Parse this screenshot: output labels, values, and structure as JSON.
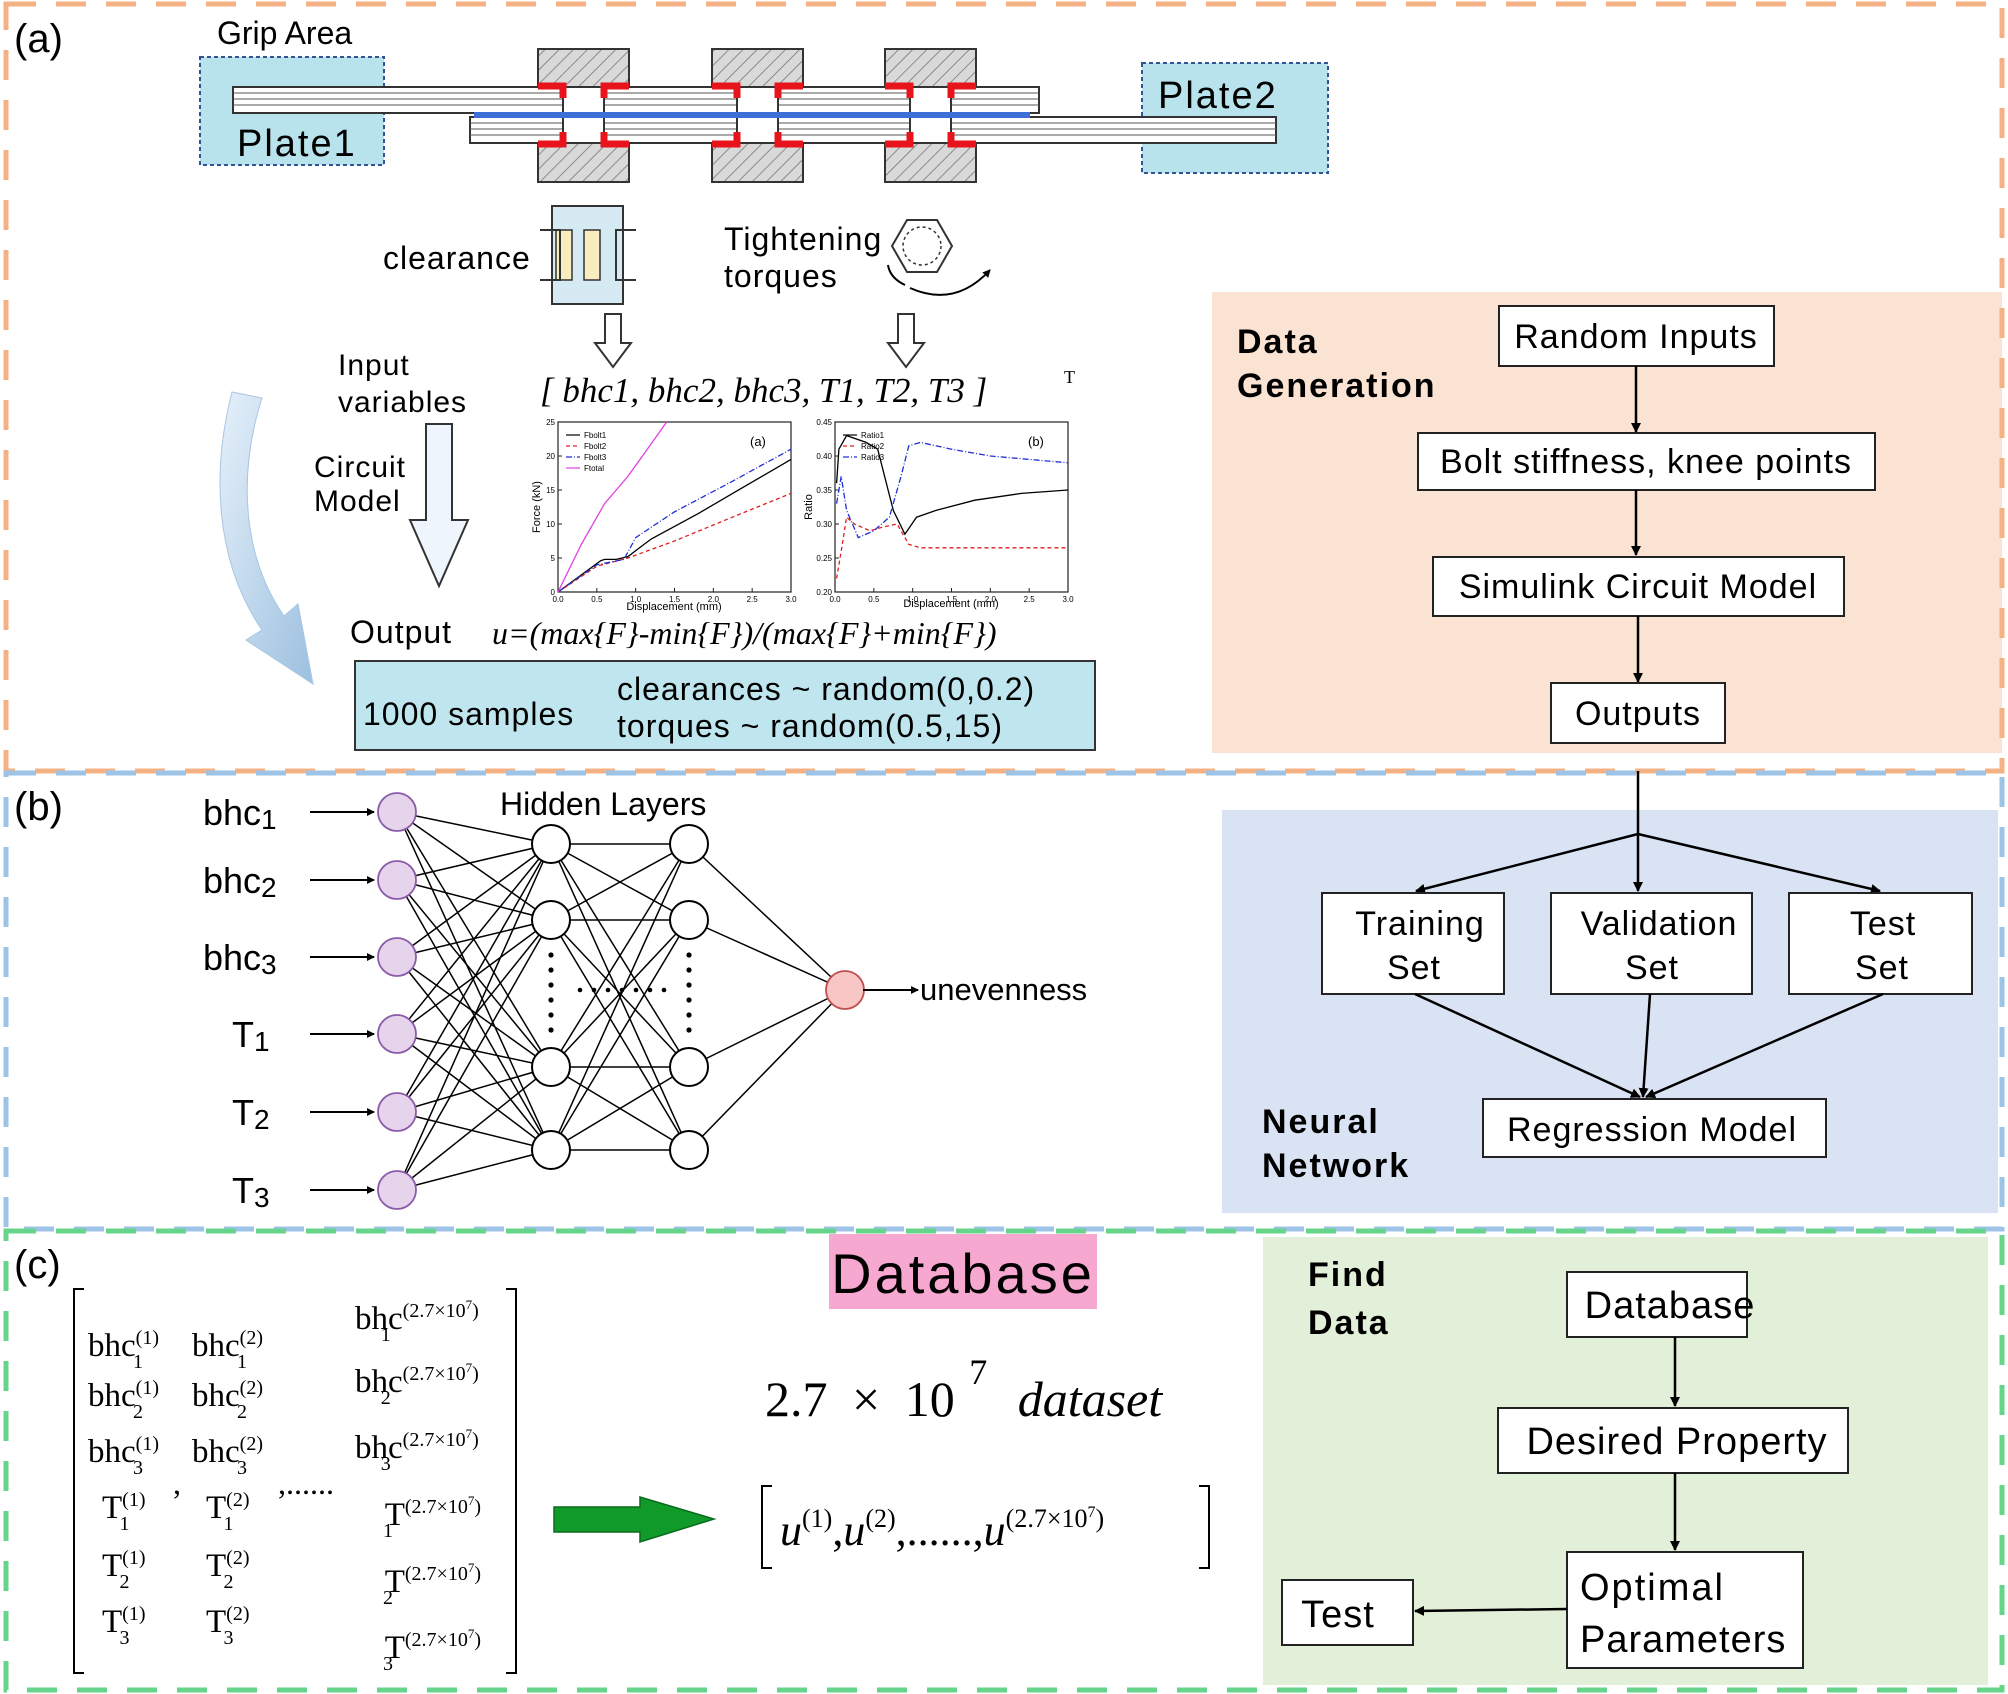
{
  "colors": {
    "panel_a_border": "#F4B183",
    "panel_b_border": "#9DC3E6",
    "panel_c_border": "#66D48A",
    "data_generation_bg": "#FBE3D3",
    "neural_network_bg": "#DAE3F3",
    "find_data_bg": "#E2EFD9",
    "grip_area_fill": "#B8E3EC",
    "samples_box_fill": "#BFE6EE",
    "database_highlight": "#F6A8D0",
    "bolt_red": "#E8141C",
    "shim_blue": "#3C6FD8",
    "arrow_green": "#109A2A",
    "input_node": "#E6D4EC",
    "output_node": "#F8C6C4"
  },
  "panel_a": {
    "label": "(a)",
    "grip_area": "Grip Area",
    "plate1": "Plate1",
    "plate2": "Plate2",
    "clearance": "clearance",
    "tightening": "Tightening",
    "torques": "torques",
    "input_label_1": "Input",
    "input_label_2": "variables",
    "vector": "[ bhc1, bhc2, bhc3, T1, T2, T3 ]",
    "vector_sup": "T",
    "circuit_1": "Circuit",
    "circuit_2": "Model",
    "output_label": "Output",
    "formula": "u=(max{F}-min{F})/(max{F}+min{F})",
    "samples": "1000 samples",
    "clearances_dist": "clearances ~ random(0,0.2)",
    "torques_dist": "torques ~ random(0.5,15)"
  },
  "chart_data": [
    {
      "type": "line",
      "tag": "(a)",
      "xlabel": "Displacement (mm)",
      "ylabel": "Force (kN)",
      "xlim": [
        0,
        3.0
      ],
      "ylim": [
        0,
        25
      ],
      "xticks": [
        "0.0",
        "0.5",
        "1.0",
        "1.5",
        "2.0",
        "2.5",
        "3.0"
      ],
      "yticks": [
        "0",
        "5",
        "10",
        "15",
        "20",
        "25"
      ],
      "legend": "top-left",
      "series": [
        {
          "name": "Fbolt1",
          "color": "#000000",
          "dash": "solid",
          "x": [
            0,
            0.55,
            0.6,
            0.75,
            0.9,
            1.2,
            1.8,
            2.4,
            3.0
          ],
          "y": [
            0,
            4.6,
            4.8,
            4.8,
            5.2,
            7.8,
            11.5,
            15.5,
            19.5
          ]
        },
        {
          "name": "Fbolt2",
          "color": "#E02020",
          "dash": "4,3",
          "x": [
            0,
            0.5,
            0.7,
            0.9,
            1.5,
            2.2,
            3.0
          ],
          "y": [
            0,
            3.8,
            4.4,
            5.0,
            7.5,
            10.8,
            14.5
          ]
        },
        {
          "name": "Fbolt3",
          "color": "#2030D0",
          "dash": "6,2,1,2",
          "x": [
            0,
            0.5,
            0.85,
            1.0,
            1.5,
            2.2,
            3.0
          ],
          "y": [
            0,
            4.0,
            4.8,
            8.0,
            11.8,
            16.0,
            21.0
          ]
        },
        {
          "name": "Ftotal",
          "color": "#E040E0",
          "dash": "solid",
          "x": [
            0,
            0.3,
            0.6,
            0.9,
            1.15,
            1.4
          ],
          "y": [
            0,
            7,
            13,
            17,
            21,
            25
          ]
        }
      ]
    },
    {
      "type": "line",
      "tag": "(b)",
      "xlabel": "Displacement (mm)",
      "ylabel": "Ratio",
      "xlim": [
        0,
        3.0
      ],
      "ylim": [
        0.2,
        0.45
      ],
      "xticks": [
        "0.0",
        "0.5",
        "1.0",
        "1.5",
        "2.0",
        "2.5",
        "3.0"
      ],
      "yticks": [
        "0.20",
        "0.25",
        "0.30",
        "0.35",
        "0.40",
        "0.45"
      ],
      "legend": "top-left",
      "series": [
        {
          "name": "Ratio1",
          "color": "#000000",
          "dash": "solid",
          "x": [
            0.02,
            0.05,
            0.15,
            0.4,
            0.55,
            0.75,
            0.9,
            1.05,
            1.3,
            1.8,
            2.4,
            3.0
          ],
          "y": [
            0.36,
            0.41,
            0.43,
            0.42,
            0.41,
            0.32,
            0.285,
            0.31,
            0.32,
            0.335,
            0.345,
            0.35
          ]
        },
        {
          "name": "Ratio2",
          "color": "#E02020",
          "dash": "4,3",
          "x": [
            0.02,
            0.08,
            0.15,
            0.25,
            0.45,
            0.6,
            0.8,
            0.95,
            1.1,
            1.5,
            2.0,
            3.0
          ],
          "y": [
            0.22,
            0.26,
            0.31,
            0.3,
            0.29,
            0.295,
            0.3,
            0.27,
            0.265,
            0.265,
            0.265,
            0.265
          ]
        },
        {
          "name": "Ratio3",
          "color": "#2030D0",
          "dash": "6,2,1,2",
          "x": [
            0.02,
            0.08,
            0.15,
            0.3,
            0.5,
            0.7,
            0.85,
            0.95,
            1.1,
            1.5,
            2.0,
            2.5,
            3.0
          ],
          "y": [
            0.33,
            0.37,
            0.32,
            0.28,
            0.29,
            0.31,
            0.37,
            0.415,
            0.42,
            0.41,
            0.4,
            0.395,
            0.39
          ]
        }
      ]
    }
  ],
  "data_generation": {
    "title_1": "Data",
    "title_2": "Generation",
    "step1": "Random Inputs",
    "step2": "Bolt stiffness, knee points",
    "step3": "Simulink Circuit Model",
    "step4": "Outputs"
  },
  "panel_b": {
    "label": "(b)",
    "hidden_layers": "Hidden Layers",
    "output": "unevenness",
    "inputs": [
      {
        "base": "bhc",
        "sub": "1"
      },
      {
        "base": "bhc",
        "sub": "2"
      },
      {
        "base": "bhc",
        "sub": "3"
      },
      {
        "base": "T",
        "sub": "1"
      },
      {
        "base": "T",
        "sub": "2"
      },
      {
        "base": "T",
        "sub": "3"
      }
    ]
  },
  "neural_network": {
    "title_1": "Neural",
    "title_2": "Network",
    "training_1": "Training",
    "training_2": "Set",
    "validation_1": "Validation",
    "validation_2": "Set",
    "test_1": "Test",
    "test_2": "Set",
    "regression": "Regression Model"
  },
  "panel_c": {
    "label": "(c)",
    "database_title": "Database",
    "dataset_coef": "2.7",
    "dataset_times": "×",
    "dataset_base": "10",
    "dataset_exp": "7",
    "dataset_word": "dataset",
    "col1_sup": "(1)",
    "col2_sup": "(2)",
    "col3_sup": "(2.7×10",
    "col3_sup_exp": "7",
    "col3_sup_close": ")",
    "comma": ",",
    "dots": ",......",
    "bhc": "bhc",
    "t": "T",
    "u": "u",
    "vec_dots": ",......,",
    "sub1": "1",
    "sub2": "2",
    "sub3": "3"
  },
  "find_data": {
    "title_1": "Find",
    "title_2": "Data",
    "step1": "Database",
    "step2": "Desired Property",
    "step3_1": "Optimal",
    "step3_2": "Parameters",
    "test": "Test"
  }
}
